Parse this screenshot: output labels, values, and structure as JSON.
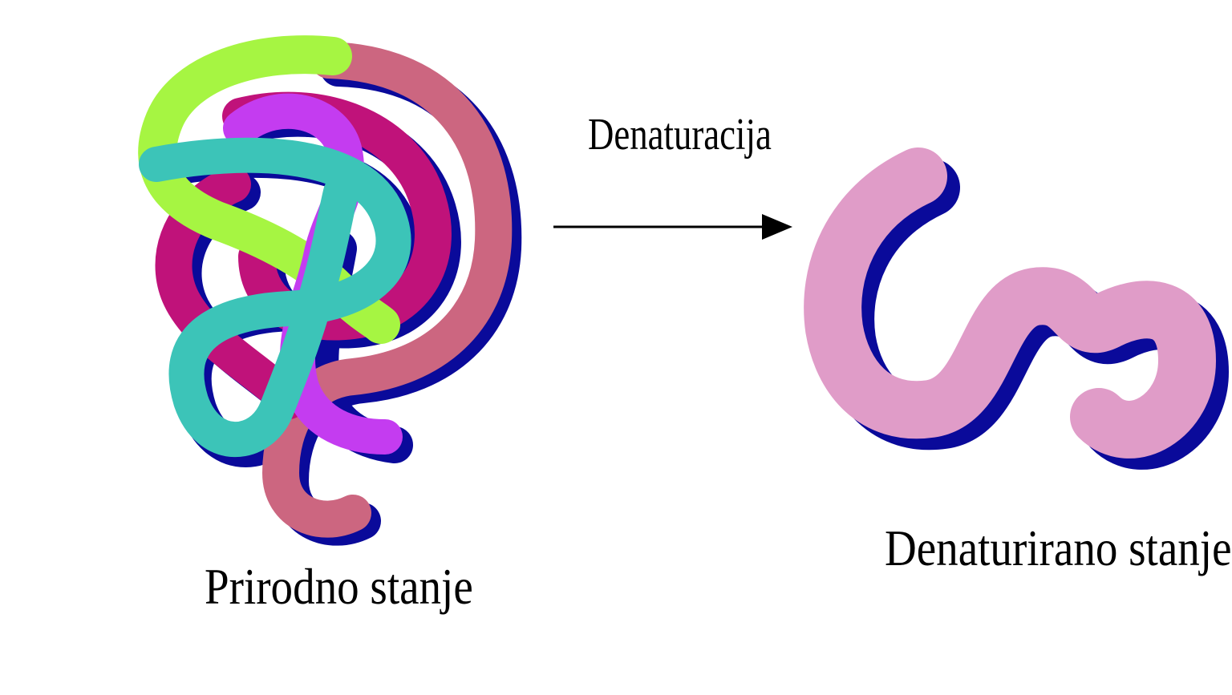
{
  "diagram": {
    "native_label": "Prirodno stanje",
    "process_label": "Denaturacija",
    "denatured_label": "Denaturirano stanje"
  },
  "colors": {
    "background": "#ffffff",
    "shadow": "#0a0a9a",
    "native_lime": "#a6f542",
    "native_rose": "#cc6680",
    "native_magenta": "#c0127a",
    "native_violet": "#c43cf0",
    "native_teal": "#3cc4b8",
    "denatured_pink": "#e09cc8",
    "arrow": "#000000"
  }
}
